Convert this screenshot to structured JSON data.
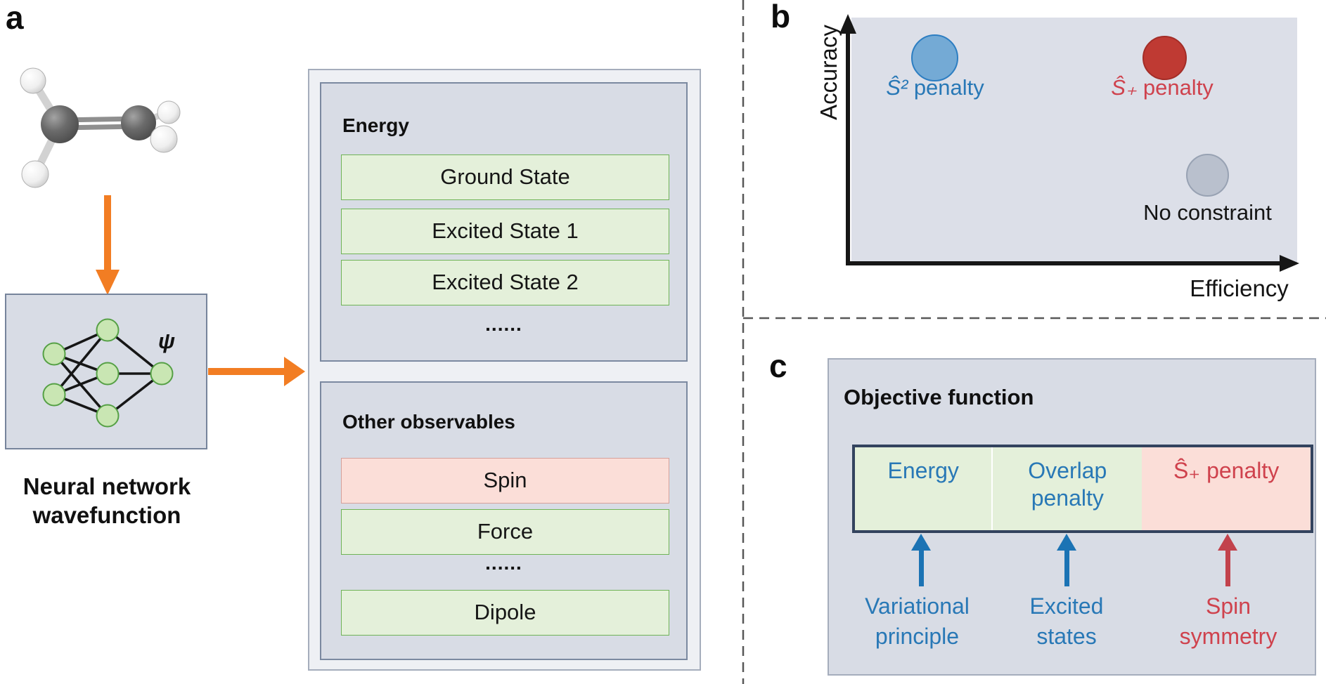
{
  "figure": {
    "panel_a": {
      "label": "a",
      "psi": "ψ",
      "nn_caption": "Neural network\nwavefunction",
      "energy_box": {
        "title": "Energy",
        "rows": [
          "Ground State",
          "Excited State 1",
          "Excited State 2"
        ],
        "ellipsis": "......"
      },
      "observables_box": {
        "title": "Other observables",
        "spin": "Spin",
        "force": "Force",
        "ellipsis": "......",
        "dipole": "Dipole"
      }
    },
    "panel_b": {
      "label": "b",
      "y_axis_label": "Accuracy",
      "x_axis_label": "Efficiency",
      "point_s2": {
        "hat": "Ŝ²",
        "rest": " penalty"
      },
      "point_splus": {
        "hat": "Ŝ₊",
        "rest": " penalty"
      },
      "point_none": {
        "label": "No constraint"
      }
    },
    "panel_c": {
      "label": "c",
      "title": "Objective function",
      "segments": {
        "energy": "Energy",
        "overlap": "Overlap\npenalty",
        "splus_hat": "Ŝ₊",
        "splus_rest": " penalty"
      },
      "annotations": {
        "variational": "Variational\nprinciple",
        "excited": "Excited\nstates",
        "spin": "Spin\nsymmetry"
      }
    },
    "colors": {
      "orange_arrow": "#f27d23",
      "blue_text": "#2878b6",
      "red_text": "#cf424d",
      "dot_blue_fill": "#74aad5",
      "dot_red_fill": "#bf3a33",
      "dot_gray_fill": "#b9c0cd",
      "green_row_fill": "#e4f0da",
      "pink_row_fill": "#fbded8",
      "panel_background": "#d8dce5",
      "navy_border": "#33435e",
      "nn_node_fill": "#c9e6b3"
    }
  }
}
